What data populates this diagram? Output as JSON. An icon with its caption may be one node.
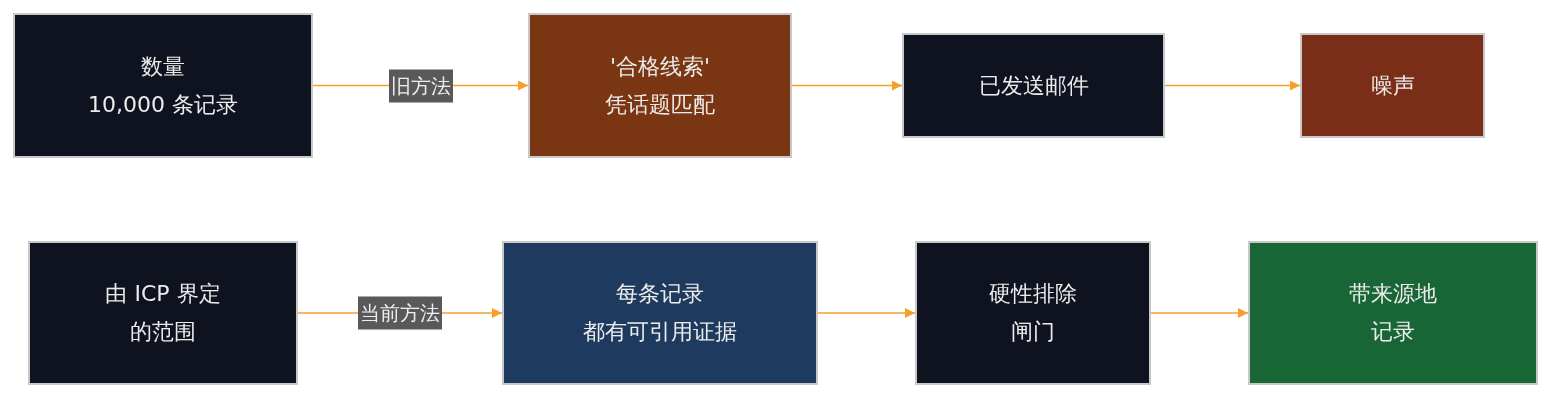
{
  "diagram": {
    "nodes": [
      {
        "text": [
          "数量",
          "10,000 条记录"
        ]
      },
      {
        "text": [
          "'合格线索'",
          "凭话题匹配"
        ]
      },
      {
        "text": [
          "已发送邮件"
        ]
      },
      {
        "text": [
          "噪声"
        ]
      },
      {
        "text": [
          "由 ICP 界定",
          "的范围"
        ]
      },
      {
        "text": [
          "每条记录",
          "都有可引用证据"
        ]
      },
      {
        "text": [
          "硬性排除",
          "闸门"
        ]
      },
      {
        "text": [
          "带来源地",
          "记录"
        ]
      }
    ],
    "edges": [
      {
        "from": 0,
        "to": 1,
        "arrow": "to",
        "label": "旧方法"
      },
      {
        "from": 1,
        "to": 2,
        "arrow": "to"
      },
      {
        "from": 2,
        "to": 3,
        "arrow": "to"
      },
      {
        "from": 4,
        "to": 5,
        "arrow": "to",
        "label": "当前方法"
      },
      {
        "from": 5,
        "to": 6,
        "arrow": "to"
      },
      {
        "from": 6,
        "to": 7,
        "arrow": "to"
      }
    ]
  }
}
